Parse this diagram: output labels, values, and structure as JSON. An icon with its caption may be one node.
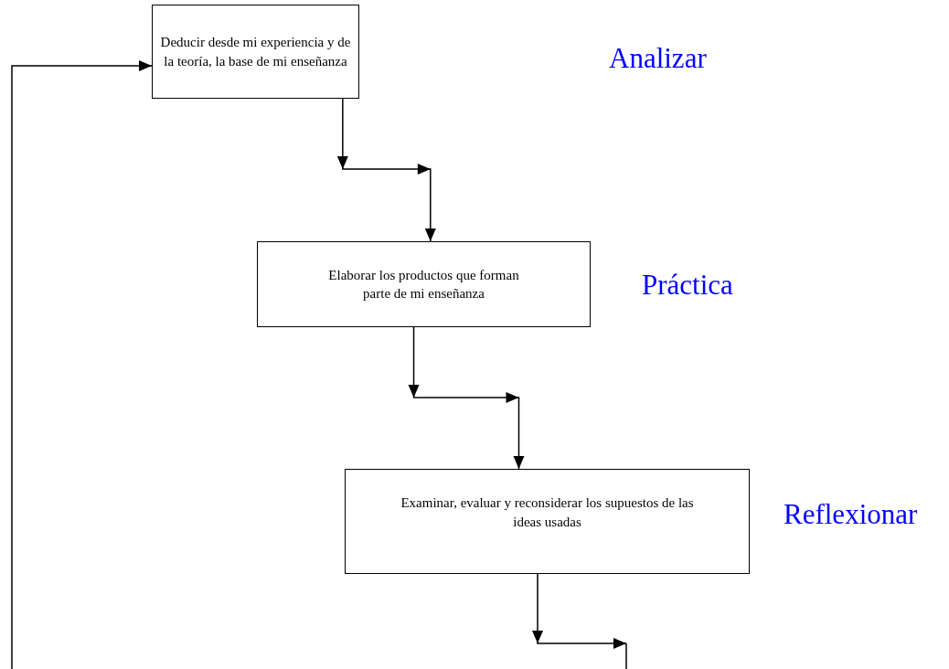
{
  "diagram": {
    "nodes": [
      {
        "text": [
          "Deducir desde mi experiencia y de la teoría, la base de mi enseñanza"
        ]
      },
      {
        "text": [
          "Elaborar los productos que forman parte de mi enseñanza"
        ]
      },
      {
        "text": [
          "Examinar, evaluar y reconsiderar los supuestos de las ideas usadas"
        ]
      }
    ],
    "edges": [
      {
        "from": 0,
        "to": 1,
        "arrow": "to"
      },
      {
        "from": 1,
        "to": 2,
        "arrow": "to"
      },
      {
        "from": 2,
        "to": null,
        "arrow": "to"
      },
      {
        "from": null,
        "to": 0,
        "arrow": "to"
      }
    ],
    "labels": [
      "Analizar",
      "Práctica",
      "Reflexionar"
    ]
  }
}
